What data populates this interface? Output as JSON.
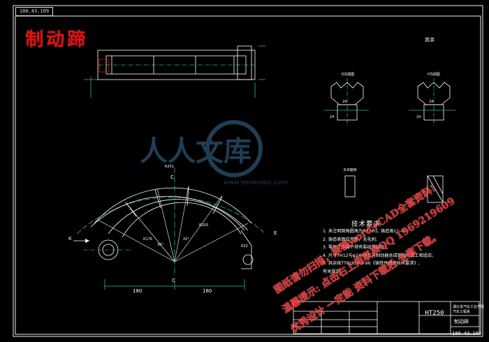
{
  "drawing": {
    "title": "制动蹄",
    "corner_code": "180.43.109",
    "roughness_label": "其余",
    "material": "HT250",
    "part_name": "制动蹄",
    "drawing_number": "180.43.109",
    "company_line1": "湖北省汽车工业学院",
    "company_line2": "汽车工程系"
  },
  "views": {
    "section_e": "E向视图",
    "section_f": "F向视图",
    "section_bb": "B-B旋转",
    "arrow_c_top": "C",
    "arrow_c_bottom": "C",
    "arrow_e": "E",
    "arrow_k": "K",
    "dim_left": "180",
    "dim_right": "180",
    "dim_top": "R251",
    "dim_small": "24",
    "dim_small2": "24",
    "dim_small3": "24",
    "dim_small4": "24",
    "dim_r1": "R176",
    "dim_r2": "R203",
    "dim_r3": "R32",
    "dim_deg1": "20°",
    "dim_deg2": "30°"
  },
  "tech_requirements": {
    "header": "技术要求",
    "items": [
      "1. 未注明倒角圆角为R3~R5, 铸造角1°~6°;",
      "2. 铸造表面应平整，无毛刺;",
      "3. 零件工作面不得有裂纹等缺陷;",
      "4. 尺寸7H12与φ24H8孔与制动器总成销轴孔加工相适应;",
      "5. 其余按TTQ/314.3-96《铸铁件通用技术要求》;",
      "   有关规定。"
    ]
  },
  "watermark": {
    "logo_text": "人人文库",
    "logo_sub": "www.renrendoc.com",
    "line1": "图纸请勿扫描，原稿word+CAD全套资料!",
    "line2": "温馨提示: 点击右上角联系QQ 1969219609",
    "line3": "优秀设计 一定能 资料下载后 全套下载。"
  },
  "colors": {
    "background": "#000000",
    "line": "#ffffff",
    "accent_red": "#d01818",
    "dim_green": "#30c060",
    "watermark_blue": "#3d6f9a"
  }
}
